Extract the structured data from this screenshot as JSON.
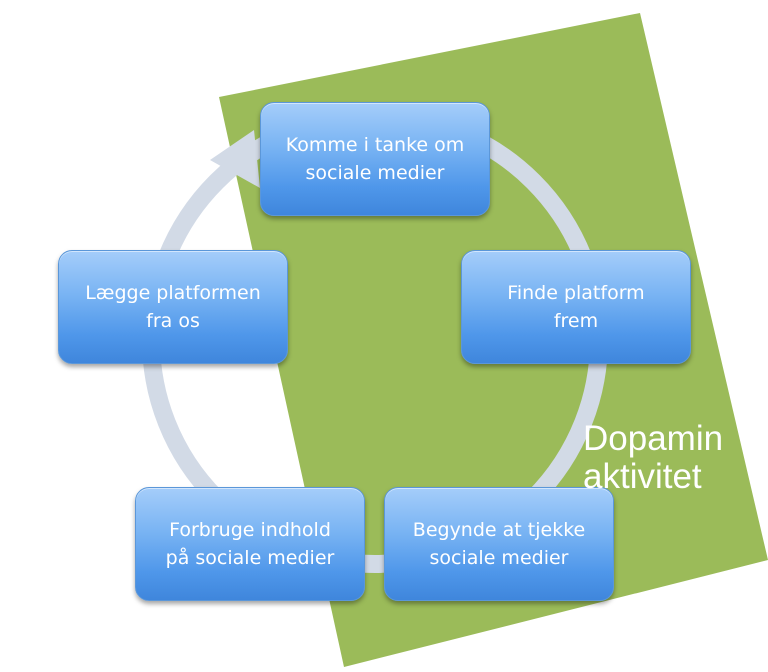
{
  "diagram": {
    "nodes": [
      {
        "id": "node-komme",
        "label": "Komme i tanke om\nsociale medier"
      },
      {
        "id": "node-finde",
        "label": "Finde platform\nfrem"
      },
      {
        "id": "node-begynde",
        "label": "Begynde at tjekke\nsociale medier"
      },
      {
        "id": "node-forbruge",
        "label": "Forbruge indhold\npå sociale medier"
      },
      {
        "id": "node-laegge",
        "label": "Lægge platformen\nfra os"
      }
    ],
    "overlay_label": "Dopamin\naktivitet",
    "colors": {
      "green_panel": "#9bbb59",
      "cycle_arrow": "#d2dae6",
      "node_fill": "#5a9ff0",
      "text": "#ffffff"
    }
  }
}
